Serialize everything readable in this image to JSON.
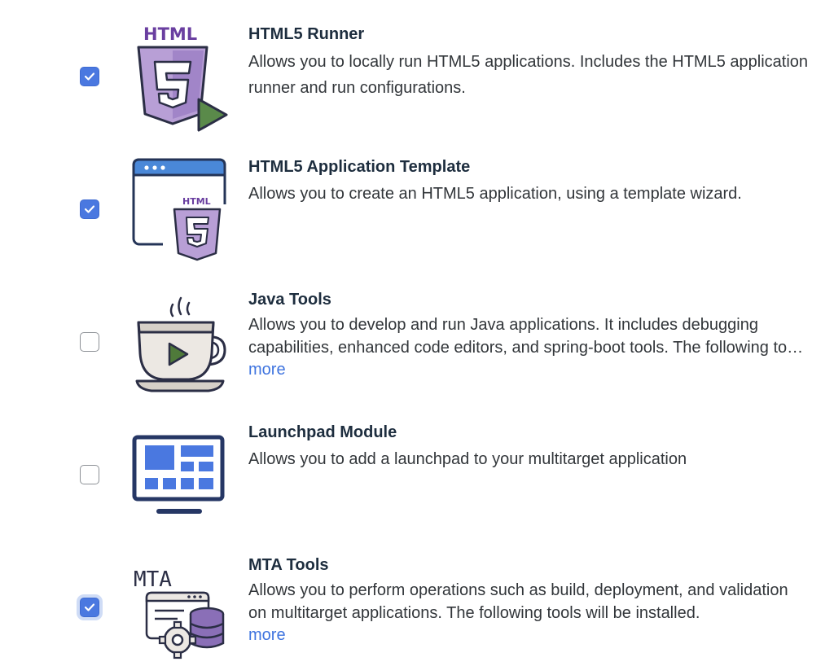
{
  "colors": {
    "checkbox_checked": "#4a78e0",
    "link": "#3f74df",
    "title": "#1d2d3e",
    "text": "#32363a"
  },
  "items": [
    {
      "icon": "html5-runner-icon",
      "icon_text": "HTML",
      "checked": true,
      "title": "HTML5 Runner",
      "description": "Allows you to locally run HTML5 applications. Includes the HTML5 application runner and run configurations."
    },
    {
      "icon": "html5-template-icon",
      "icon_text": "HTML",
      "checked": true,
      "title": "HTML5 Application Template",
      "description": "Allows you to create an HTML5 application, using a template wizard."
    },
    {
      "icon": "java-cup-icon",
      "checked": false,
      "title": "Java Tools",
      "description": "Allows you to develop and run Java applications. It includes debugging capabilities, enhanced code editors, and spring-boot tools. The following tools will be installed.",
      "more": "more"
    },
    {
      "icon": "launchpad-monitor-icon",
      "checked": false,
      "title": "Launchpad Module",
      "description": "Allows you to add a launchpad to your multitarget application"
    },
    {
      "icon": "mta-tools-icon",
      "icon_text": "MTA",
      "checked": true,
      "focused": true,
      "title": "MTA Tools",
      "description": "Allows you to perform operations such as build, deployment, and validation on multitarget applications. The following tools will be installed.",
      "more": "more"
    }
  ]
}
